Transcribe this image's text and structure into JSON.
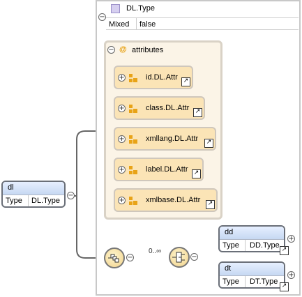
{
  "type_node": {
    "title": "DL.Type",
    "mixed_key": "Mixed",
    "mixed_value": "false"
  },
  "attributes": {
    "title": "attributes",
    "at_symbol": "@",
    "items": [
      {
        "label": "id.DL.Attr"
      },
      {
        "label": "class.DL.Attr"
      },
      {
        "label": "xmllang.DL.Attr"
      },
      {
        "label": "label.DL.Attr"
      },
      {
        "label": "xmlbase.DL.Attr"
      }
    ]
  },
  "root_element": {
    "name": "dl",
    "type_key": "Type",
    "type_value": "DL.Type"
  },
  "choice": {
    "occurrence": "0..∞"
  },
  "children": [
    {
      "name": "dd",
      "type_key": "Type",
      "type_value": "DD.Type"
    },
    {
      "name": "dt",
      "type_key": "Type",
      "type_value": "DT.Type"
    }
  ],
  "glyphs": {
    "collapse": "−",
    "expand": "+",
    "link": "↗"
  },
  "colors": {
    "element_header": "#c6d8f2",
    "attribute_box": "#fbe4b6",
    "attr_panel": "#fbf4e7",
    "attr_icon": "#e8a317"
  }
}
